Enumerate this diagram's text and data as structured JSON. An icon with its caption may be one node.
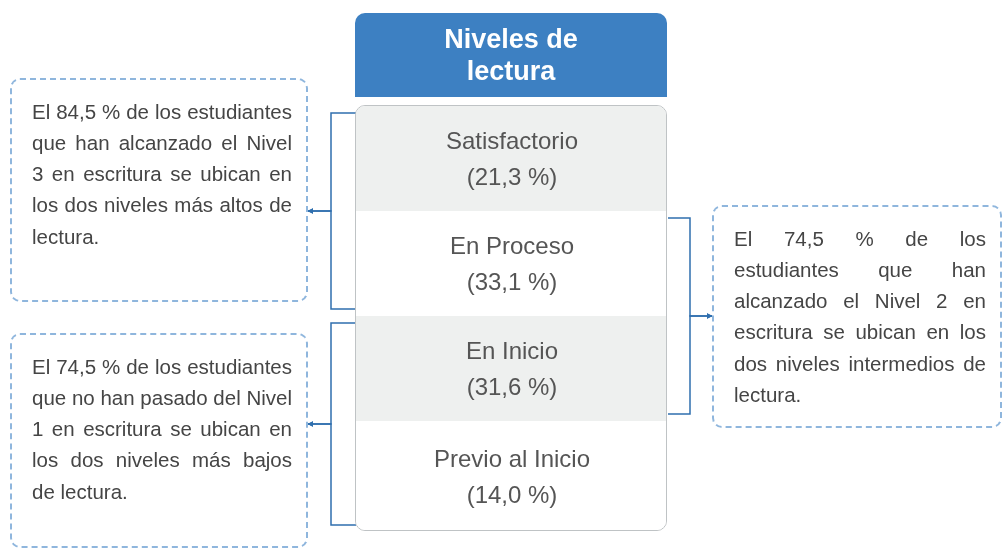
{
  "diagram": {
    "nodes": [
      {
        "text": [
          "Niveles de lectura"
        ]
      },
      {
        "text": [],
        "shape": "box"
      },
      {
        "text": [
          "Satisfactorio",
          "(21,3 %)"
        ],
        "in": 1
      },
      {
        "text": [
          "En Proceso",
          "(33,1 %)"
        ],
        "in": 1
      },
      {
        "text": [
          "En Inicio",
          "(31,6 %)"
        ],
        "in": 1
      },
      {
        "text": [
          "Previo al Inicio",
          "(14,0 %)"
        ],
        "in": 1
      },
      {
        "text": [
          "El 84,5 % de los estudiantes que han alcanzado el Nivel 3 en escritura se ubican en los dos niveles más altos de lectura."
        ]
      },
      {
        "text": [
          "El 74,5 % de los estudiantes que han alcanzado el Nivel 2 en escritura se ubican en los dos niveles intermedios de lectura."
        ]
      },
      {
        "text": [
          "El 74,5 % de los estudiantes que no han pasado del Nivel 1 en escritura se ubican en los dos niveles más bajos de lectura."
        ]
      }
    ],
    "edges": [
      {
        "from": 2,
        "to": 6,
        "arrow": "to"
      },
      {
        "from": 3,
        "to": 6,
        "arrow": "to"
      },
      {
        "from": 3,
        "to": 7,
        "arrow": "to"
      },
      {
        "from": 4,
        "to": 7,
        "arrow": "to"
      },
      {
        "from": 4,
        "to": 8,
        "arrow": "to"
      },
      {
        "from": 5,
        "to": 8,
        "arrow": "to"
      }
    ]
  }
}
